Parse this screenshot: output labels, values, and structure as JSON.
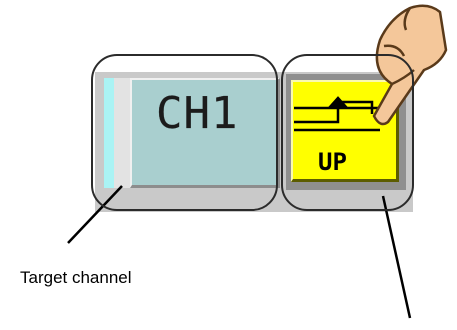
{
  "channel_button": {
    "label": "CH1"
  },
  "slope_button": {
    "label": "UP",
    "icon": "rising-edge-trigger-icon"
  },
  "callouts": {
    "target": "Target channel"
  },
  "colors": {
    "channel_fill": "#a9cfcf",
    "channel_accent": "#aaf3f4",
    "slope_fill": "#ffff00",
    "outline": "#2b2b2b",
    "hand_skin": "#f4c79a"
  }
}
